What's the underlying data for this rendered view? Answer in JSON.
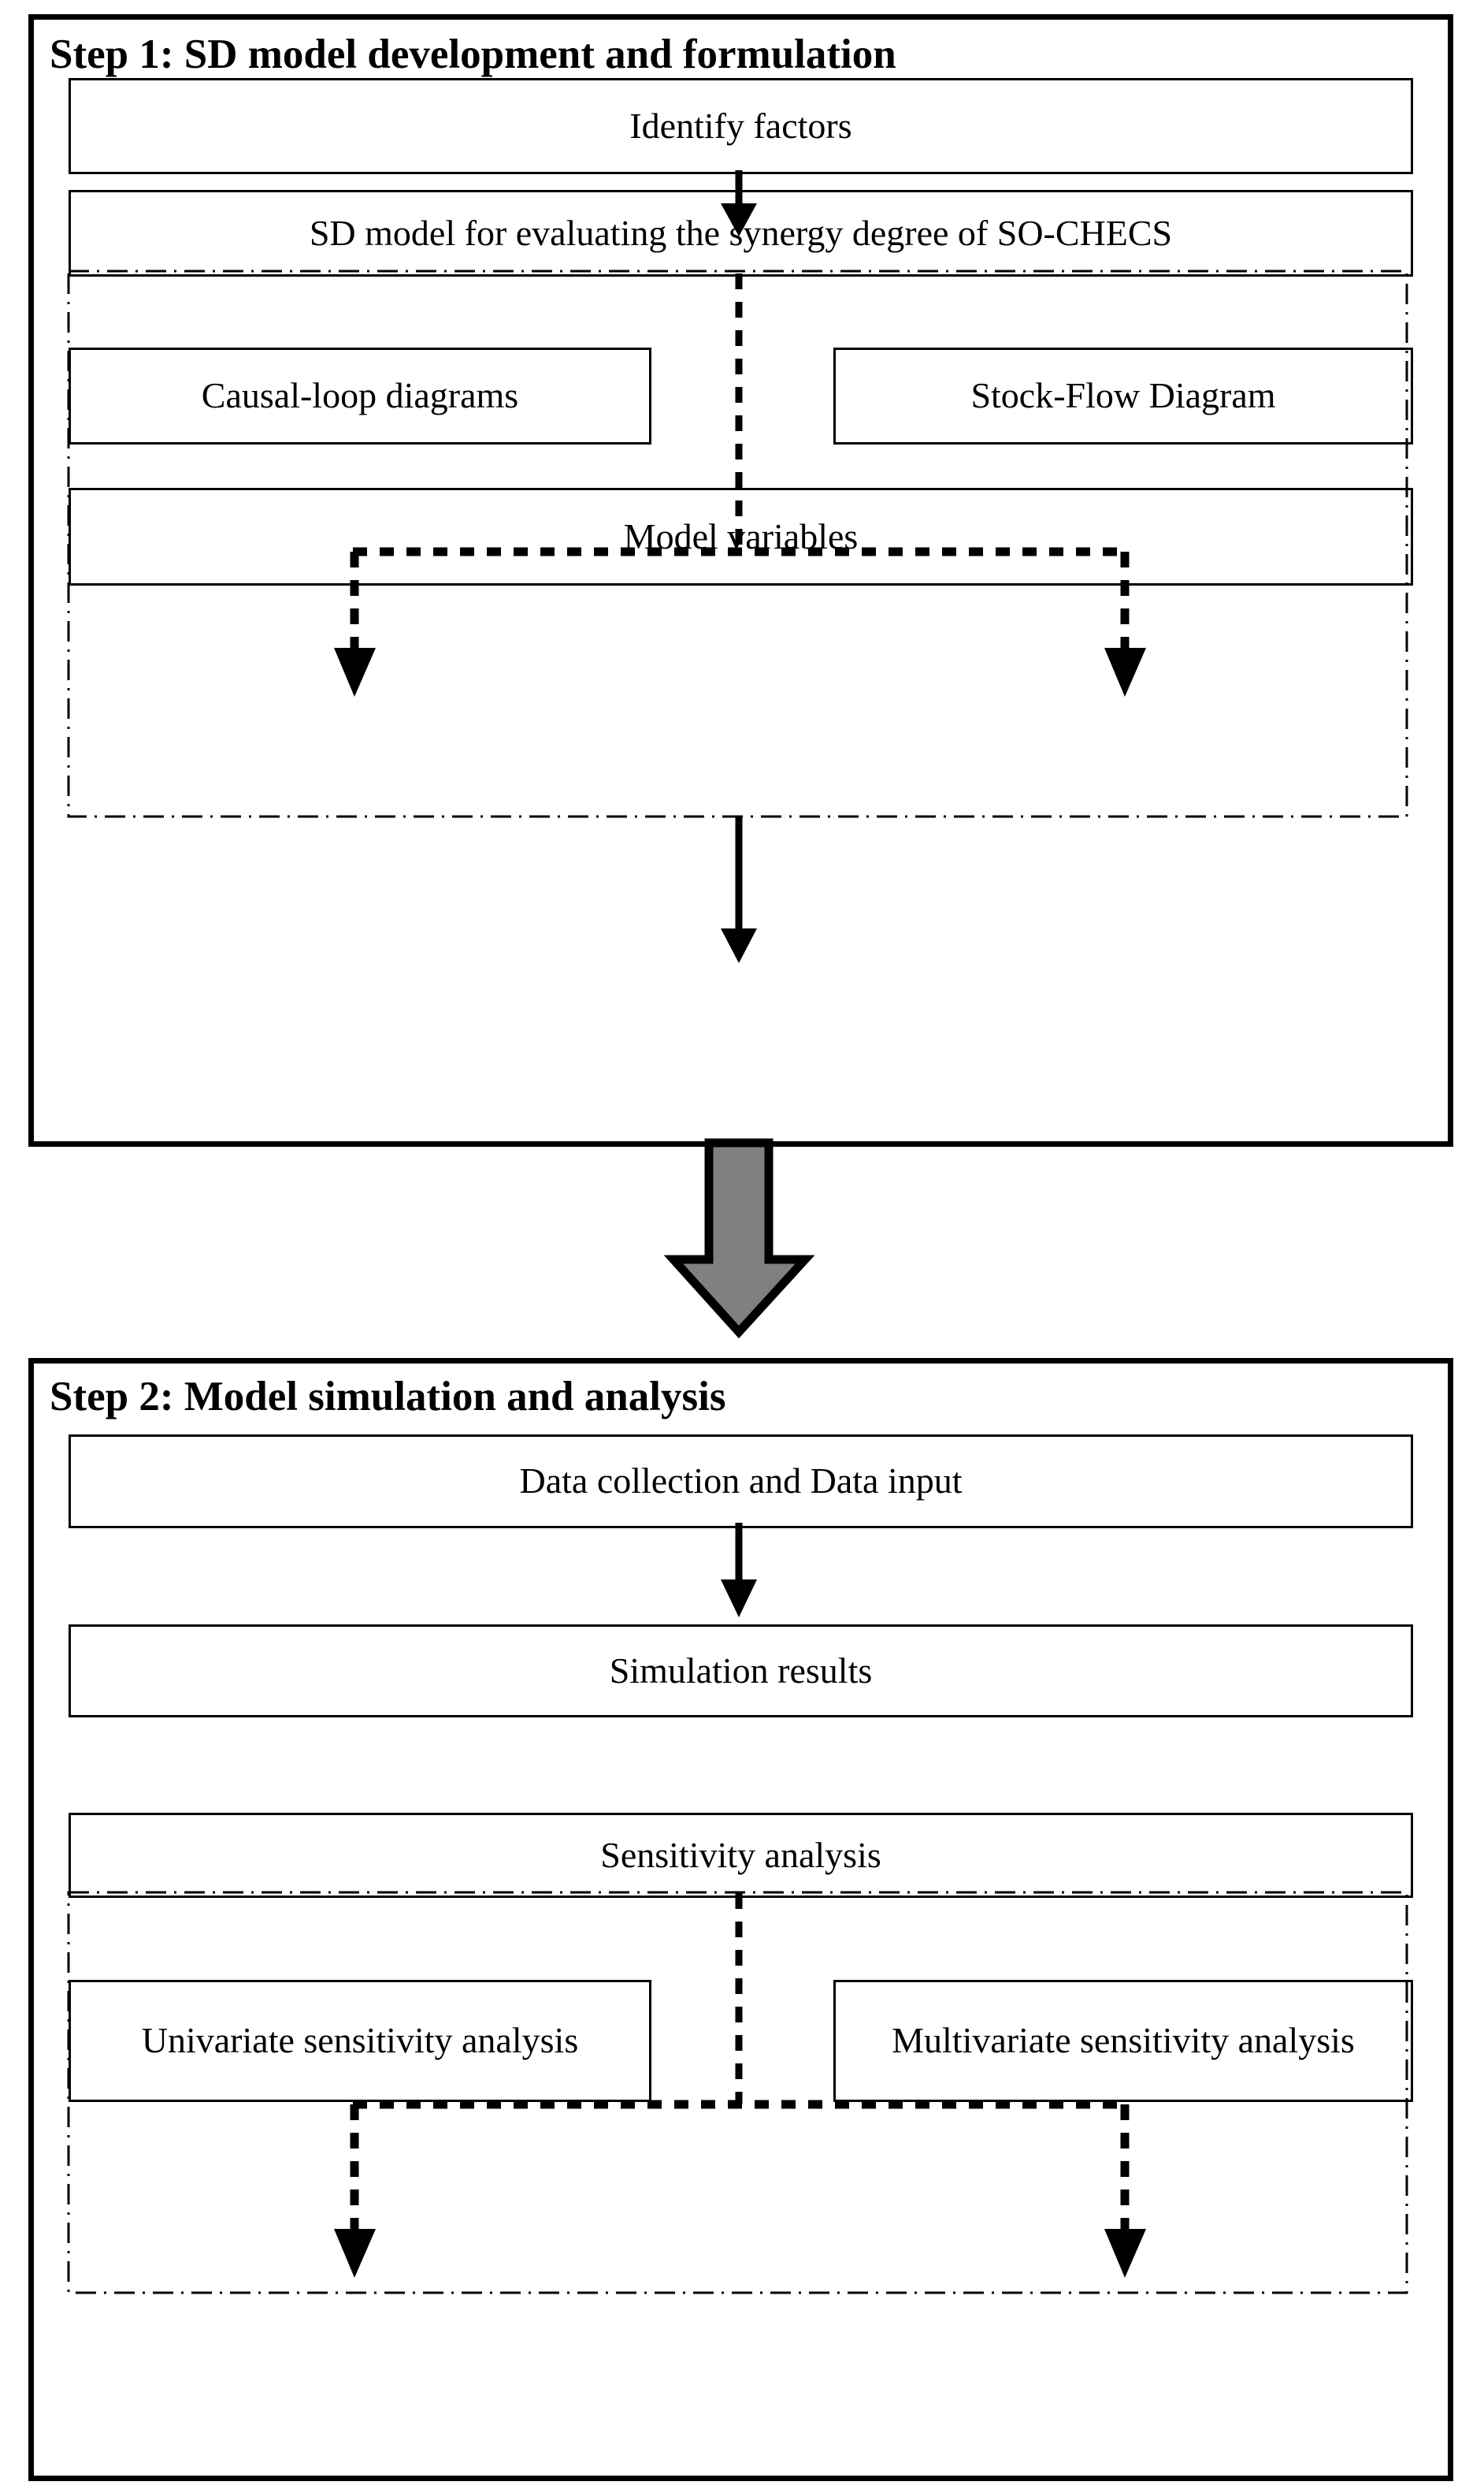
{
  "figure": {
    "title": "Two-step system dynamics research framework flowchart",
    "accent_color": "#000000",
    "connector_arrow_color": "#808080"
  },
  "steps": [
    {
      "id": "step1",
      "title": "Step 1: SD model development and formulation",
      "boxes": [
        {
          "id": "identify-factors",
          "label": "Identify factors"
        },
        {
          "id": "sd-model",
          "label": "SD model for evaluating the synergy degree of SO-CHECS"
        },
        {
          "id": "causal-loop",
          "label": "Causal-loop diagrams"
        },
        {
          "id": "stock-flow",
          "label": "Stock-Flow Diagram"
        },
        {
          "id": "model-variables",
          "label": "Model variables"
        }
      ],
      "connectors": [
        {
          "from": "identify-factors",
          "to": "sd-model",
          "style": "solid-arrow"
        },
        {
          "from": "sd-model",
          "to": "causal-loop",
          "style": "dashed-arrow"
        },
        {
          "from": "sd-model",
          "to": "stock-flow",
          "style": "dashed-arrow"
        },
        {
          "from": "causal-loop-stock-flow",
          "to": "model-variables",
          "style": "solid-arrow"
        }
      ]
    },
    {
      "id": "step2",
      "title": "Step 2: Model simulation and analysis",
      "boxes": [
        {
          "id": "data-collection",
          "label": "Data collection and Data input"
        },
        {
          "id": "sim-results",
          "label": "Simulation results"
        },
        {
          "id": "sensitivity",
          "label": "Sensitivity analysis"
        },
        {
          "id": "univariate",
          "label": "Univariate sensitivity analysis"
        },
        {
          "id": "multivariate",
          "label": "Multivariate sensitivity analysis"
        }
      ],
      "connectors": [
        {
          "from": "data-collection",
          "to": "sim-results",
          "style": "solid-arrow"
        },
        {
          "from": "sensitivity",
          "to": "univariate",
          "style": "dashed-arrow"
        },
        {
          "from": "sensitivity",
          "to": "multivariate",
          "style": "dashed-arrow"
        }
      ]
    }
  ],
  "step_connector": {
    "label": "block-arrow-down",
    "from": "step1",
    "to": "step2",
    "fill": "#808080",
    "stroke": "#000000"
  }
}
